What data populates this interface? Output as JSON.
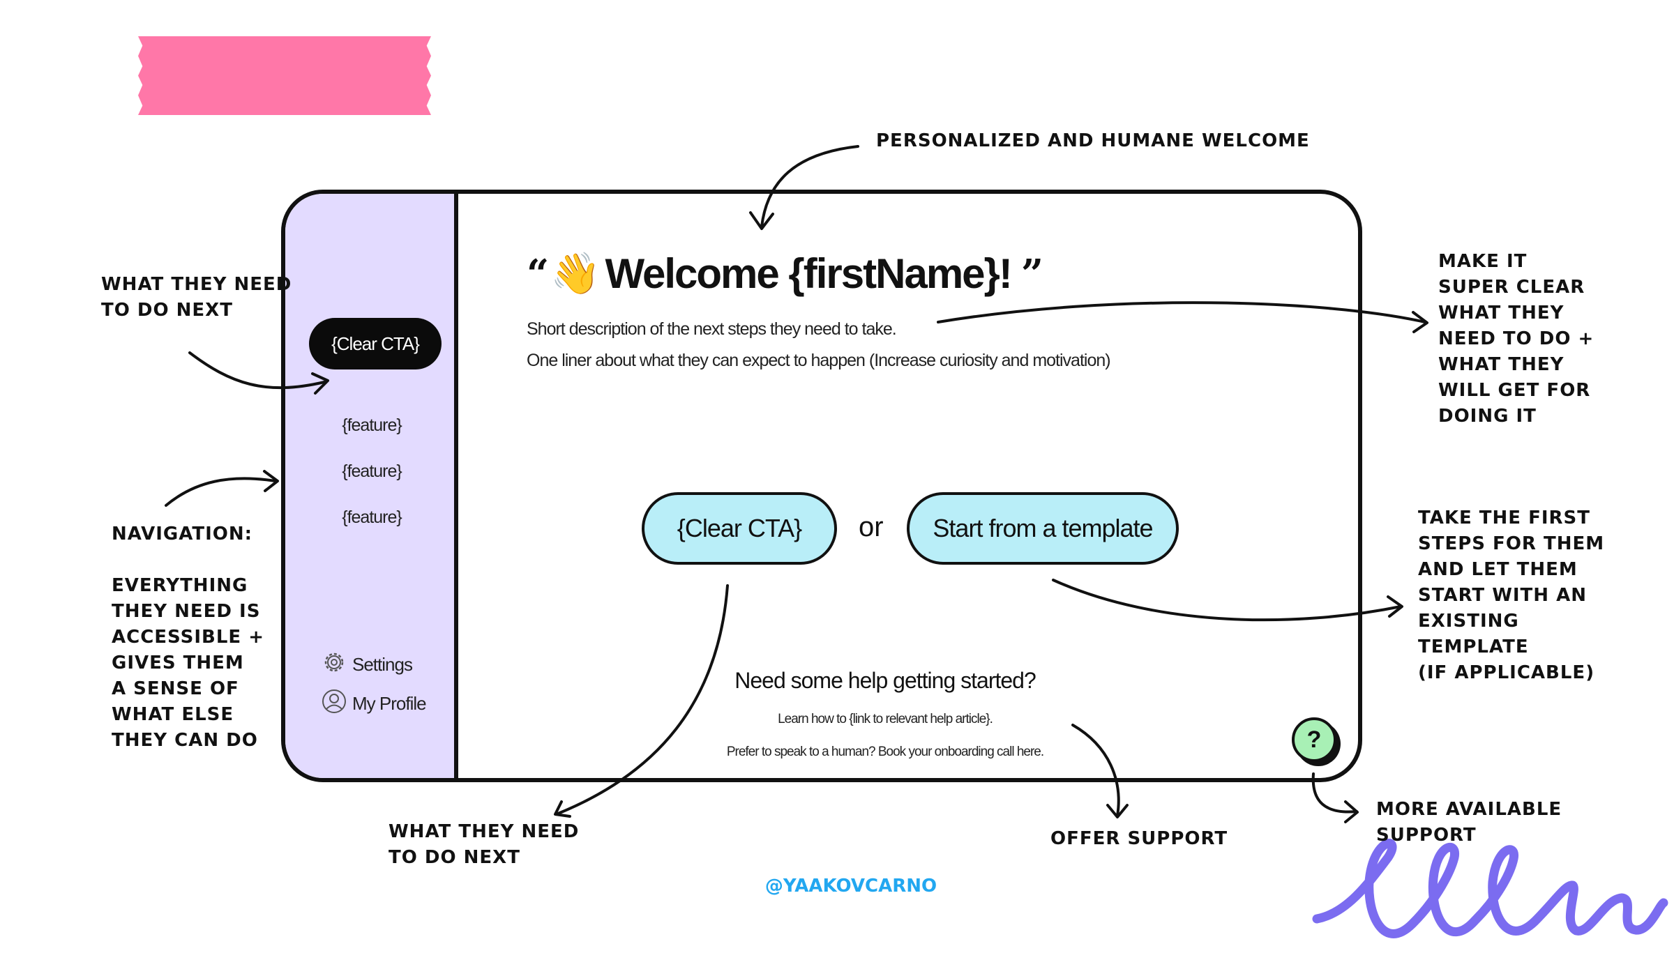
{
  "card": {
    "title_open_quote": "“",
    "title_emoji": "👋",
    "title_text": "Welcome {firstName}!",
    "title_close_quote": "”",
    "description_1": "Short description of the next steps they need to take.",
    "description_2": "One liner about what they can expect to happen (Increase curiosity and motivation)",
    "primary_cta": "{Clear CTA}",
    "or_label": "or",
    "template_cta": "Start from a template",
    "help_title": "Need some help getting started?",
    "help_line_1": "Learn how to {link to relevant help article}.",
    "help_line_2": "Prefer to speak to a human? Book your onboarding call here.",
    "help_button": "?"
  },
  "sidebar": {
    "cta": "{Clear CTA}",
    "features": [
      "{feature}",
      "{feature}",
      "{feature}"
    ],
    "settings": "Settings",
    "profile": "My Profile"
  },
  "annotations": {
    "welcome": "PERSONALIZED AND HUMANE WELCOME",
    "next_left": "WHAT THEY NEED\nTO DO NEXT",
    "navigation": "NAVIGATION:\n\nEVERYTHING\nTHEY NEED IS\nACCESSIBLE +\nGIVES THEM\nA SENSE OF\nWHAT ELSE\nTHEY CAN DO",
    "clear": "MAKE IT\nSUPER CLEAR\nWHAT THEY\nNEED TO DO +\nWHAT THEY\nWILL GET FOR\nDOING IT",
    "template": "TAKE THE FIRST\nSTEPS FOR THEM\nAND LET THEM\nSTART WITH AN\nEXISTING\nTEMPLATE\n(IF APPLICABLE)",
    "next_bottom": "WHAT THEY NEED\nTO DO NEXT",
    "support": "OFFER SUPPORT",
    "more_support": "MORE AVAILABLE\nSUPPORT"
  },
  "credit": "@YAAKOVCARNO",
  "colors": {
    "tape": "#ff77a8",
    "sidebar": "#e3dbff",
    "cta_fill": "#b9eef8",
    "help_button": "#a8f0b5",
    "credit": "#22a7f0",
    "scribble": "#7b6cf0"
  },
  "icons": [
    "waving-hand-icon",
    "gear-icon",
    "user-icon",
    "question-icon"
  ]
}
